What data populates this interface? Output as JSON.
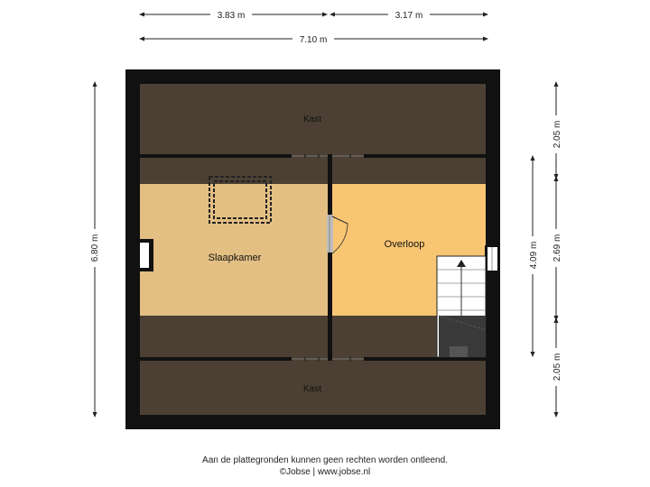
{
  "dimensions": {
    "top_left": "3.83 m",
    "top_right": "3.17 m",
    "top_total": "7.10 m",
    "left_total": "6.80 m",
    "right_top": "2.05 m",
    "right_mid": "2.69 m",
    "right_bottom": "2.05 m",
    "right_inner": "4.09 m"
  },
  "rooms": {
    "kast_top": "Kast",
    "slaapkamer": "Slaapkamer",
    "overloop": "Overloop",
    "kast_bottom": "Kast"
  },
  "colors": {
    "wall": "#111111",
    "kast": "#4b4033",
    "slaapkamer": "#e3bf83",
    "overloop": "#f8c572",
    "stair_bg": "#ffffff",
    "stair_dark": "#3a3a3a"
  },
  "footer": {
    "disclaimer": "Aan de plattegronden kunnen geen rechten worden ontleend.",
    "credit": "©Jobse | www.jobse.nl"
  }
}
